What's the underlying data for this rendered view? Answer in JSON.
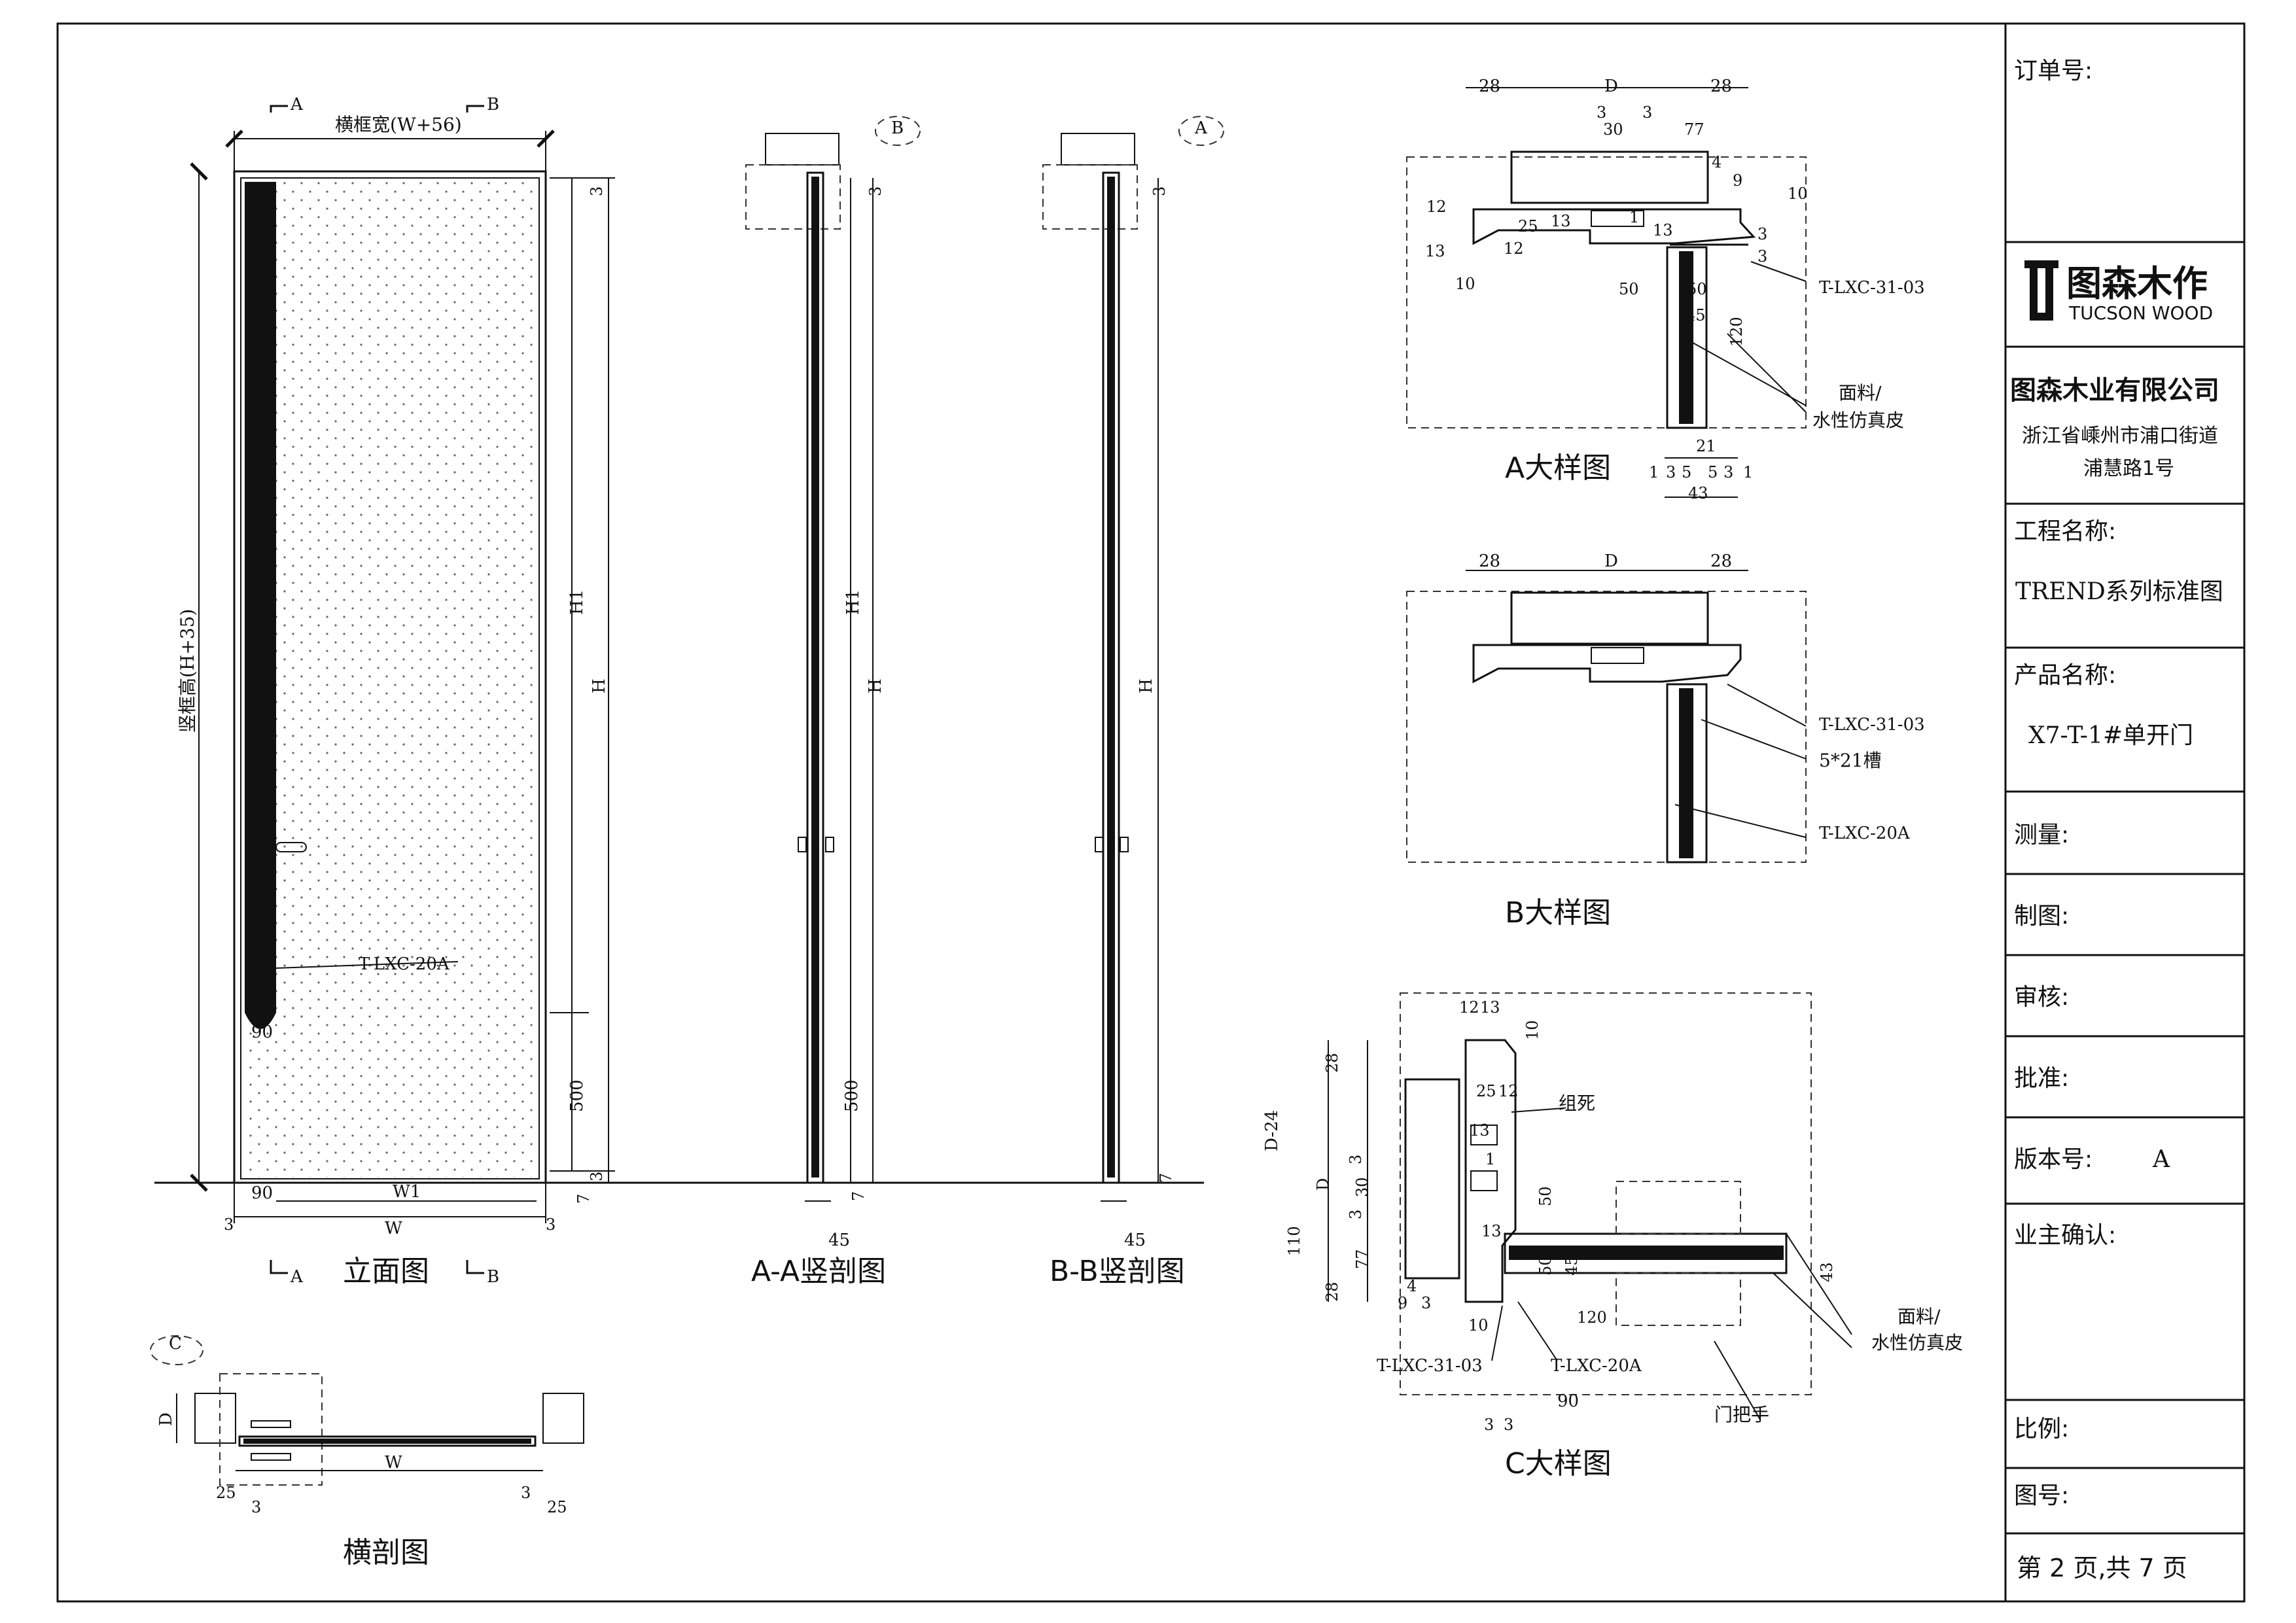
{
  "drawing": {
    "elevation": {
      "title": "立面图",
      "width_label": "横框宽(W+56)",
      "height_label": "竖框高(H+35)",
      "sect_a": "A",
      "sect_b": "B",
      "dims": {
        "h1": "H1",
        "h": "H",
        "d500": "500",
        "d3": "3",
        "d7": "7",
        "w1": "W1",
        "w": "W",
        "d90": "90",
        "d3b": "3"
      },
      "callout_handle": "T-LXC-20A"
    },
    "section_aa": {
      "title": "A-A竖剖图",
      "ref": "B",
      "dims": {
        "h1": "H1",
        "h": "H",
        "d500": "500",
        "d3": "3",
        "d7": "7",
        "d45": "45"
      }
    },
    "section_bb": {
      "title": "B-B竖剖图",
      "ref": "A",
      "dims": {
        "h": "H",
        "d3": "3",
        "d7": "7",
        "d45": "45"
      }
    },
    "horizontal": {
      "title": "横剖图",
      "ref": "C",
      "dims": {
        "d": "D",
        "w": "W",
        "d25": "25",
        "d3": "3"
      }
    },
    "detail_a": {
      "title": "A大样图",
      "dims": [
        "28",
        "D",
        "28",
        "3",
        "3",
        "30",
        "77",
        "4",
        "9",
        "10",
        "12",
        "25",
        "13",
        "1",
        "13",
        "12",
        "13",
        "3",
        "3",
        "10",
        "50",
        "50",
        "45",
        "120",
        "21",
        "1",
        "3",
        "5",
        "5",
        "3",
        "1",
        "43"
      ],
      "callouts": {
        "frame": "T-LXC-31-03",
        "skin": "面料/",
        "skin2": "水性仿真皮"
      }
    },
    "detail_b": {
      "title": "B大样图",
      "dims": [
        "28",
        "D",
        "28"
      ],
      "callouts": {
        "frame": "T-LXC-31-03",
        "groove": "5*21槽",
        "handle": "T-LXC-20A"
      }
    },
    "detail_c": {
      "title": "C大样图",
      "dims": [
        "12",
        "13",
        "10",
        "28",
        "D-24",
        "25",
        "12",
        "13",
        "1",
        "3",
        "D",
        "30",
        "3",
        "110",
        "77",
        "28",
        "4",
        "9",
        "3",
        "13",
        "50",
        "50",
        "45",
        "120",
        "10",
        "43",
        "90",
        "3",
        "3"
      ],
      "callouts": {
        "fix": "组死",
        "frame": "T-LXC-31-03",
        "handle_profile": "T-LXC-20A",
        "skin": "面料/",
        "skin2": "水性仿真皮",
        "handle": "门把手"
      }
    }
  },
  "title_block": {
    "order_label": "订单号:",
    "logo_cn": "图森木作",
    "logo_en": "TUCSON WOOD",
    "company": "图森木业有限公司",
    "address1": "浙江省嵊州市浦口街道",
    "address2": "浦慧路1号",
    "project_label": "工程名称:",
    "project_value": "TREND系列标准图",
    "product_label": "产品名称:",
    "product_value": "X7-T-1#单开门",
    "measure_label": "测量:",
    "draw_label": "制图:",
    "review_label": "审核:",
    "approve_label": "批准:",
    "version_label": "版本号:",
    "version_value": "A",
    "owner_label": "业主确认:",
    "scale_label": "比例:",
    "drawing_no_label": "图号:",
    "page_label": "第 2 页,共 7 页"
  },
  "colors": {
    "line": "#111111",
    "fill_dark": "#111111",
    "background": "#ffffff"
  }
}
